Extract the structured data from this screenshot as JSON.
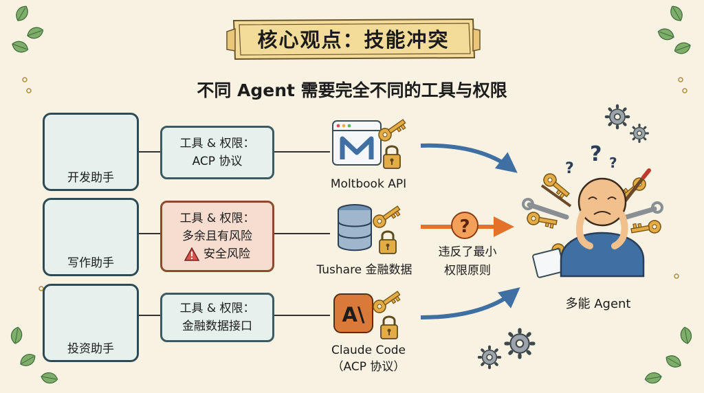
{
  "title": "核心观点：技能冲突",
  "subtitle": "不同 Agent 需要完全不同的工具与权限",
  "rows": [
    {
      "role": "开发助手",
      "icon": "developer-laptop-icon",
      "tool_heading": "工具 & 权限：",
      "tool_detail": "ACP 协议",
      "service": "Moltbook API"
    },
    {
      "role": "写作助手",
      "icon": "writer-quill-icon",
      "tool_heading": "工具 & 权限：",
      "tool_detail": "多余且有风险",
      "warning": "安全风险",
      "service": "Tushare 金融数据"
    },
    {
      "role": "投资助手",
      "icon": "investor-chart-icon",
      "tool_heading": "工具 & 权限：",
      "tool_detail": "金融数据接口",
      "service": "Claude Code",
      "service_sub": "（ACP 协议）"
    }
  ],
  "violation": {
    "line1": "违反了最小",
    "line2": "权限原则"
  },
  "agent_label": "多能 Agent",
  "colors": {
    "background": "#f8f2e2",
    "card_fill": "#e6f1ee",
    "card_border": "#2e4b55",
    "risk_fill": "#f6ddd0",
    "arrow_blue": "#3f6fa3",
    "arrow_orange": "#e3712a",
    "key_gold": "#e4ac45"
  }
}
